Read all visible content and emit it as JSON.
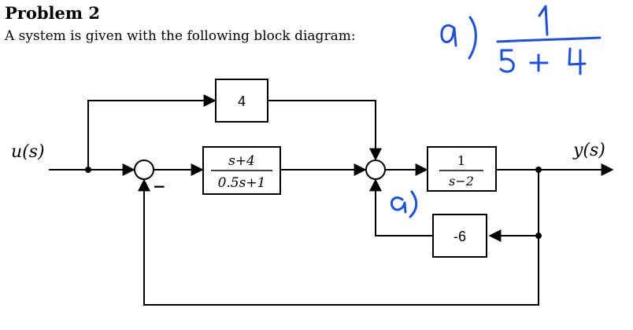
{
  "problem": {
    "title": "Problem 2",
    "intro": "A system is given with the following block diagram:"
  },
  "diagram": {
    "input_label": "u(s)",
    "output_label": "y(s)",
    "feedforward_block": "4",
    "controller_numerator": "s+4",
    "controller_denominator": "0.5s+1",
    "plant_numerator": "1",
    "plant_denominator": "s−2",
    "inner_feedback_block": "-6",
    "minus_sign": "−"
  },
  "handwriting": {
    "part_label": "a)",
    "answer_numerator": "1",
    "answer_denominator": "5 + 4",
    "marker_label": "a)",
    "ink_color": "#1a4fe8"
  }
}
